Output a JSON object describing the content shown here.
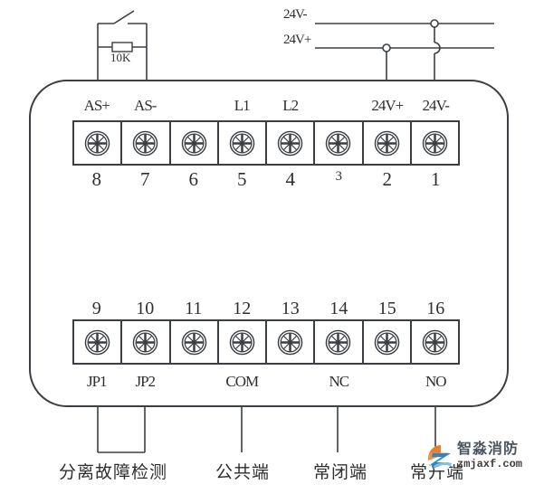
{
  "sensor_circuit": {
    "resistor_label": "10K"
  },
  "power": {
    "neg_label": "24V-",
    "pos_label": "24V+"
  },
  "terminal_rows": {
    "row1": {
      "cells": [
        {
          "num": "8",
          "label": "AS+"
        },
        {
          "num": "7",
          "label": "AS-"
        },
        {
          "num": "6",
          "label": ""
        },
        {
          "num": "5",
          "label": "L1"
        },
        {
          "num": "4",
          "label": "L2"
        },
        {
          "num": "3",
          "label": ""
        },
        {
          "num": "2",
          "label": "24V+"
        },
        {
          "num": "1",
          "label": "24V-"
        }
      ]
    },
    "row2": {
      "cells": [
        {
          "num": "9",
          "label": "JP1"
        },
        {
          "num": "10",
          "label": "JP2"
        },
        {
          "num": "11",
          "label": ""
        },
        {
          "num": "12",
          "label": "COM"
        },
        {
          "num": "13",
          "label": ""
        },
        {
          "num": "14",
          "label": "NC"
        },
        {
          "num": "15",
          "label": ""
        },
        {
          "num": "16",
          "label": "NO"
        }
      ]
    }
  },
  "annotations": {
    "jumper_label": "分离故障检测",
    "com_label": "公共端",
    "nc_label": "常闭端",
    "no_label": "常开端"
  },
  "watermark": {
    "brand": "智淼消防",
    "site": "zmjaxf.com",
    "logo_orange": "#e87f2f",
    "logo_blue": "#2f86c0",
    "logo_light_blue": "#7ec4e0"
  },
  "colors": {
    "line": "#3b3f44",
    "text": "#2f2f2f"
  }
}
